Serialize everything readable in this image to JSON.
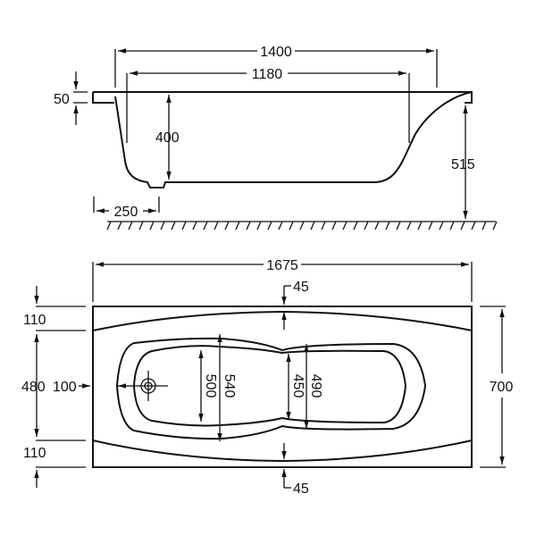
{
  "side_view": {
    "overall_length": "1400",
    "inner_length": "1180",
    "rim_thickness": "50",
    "depth": "400",
    "height": "515",
    "drain_offset": "250"
  },
  "top_view": {
    "total_length": "1675",
    "top_margin": "45",
    "bottom_margin": "45",
    "left_top_band": "110",
    "left_middle": "480",
    "left_bottom_band": "110",
    "drain_offset": "100",
    "width_500": "500",
    "width_540": "540",
    "width_450": "450",
    "width_490": "490",
    "total_width": "700"
  }
}
